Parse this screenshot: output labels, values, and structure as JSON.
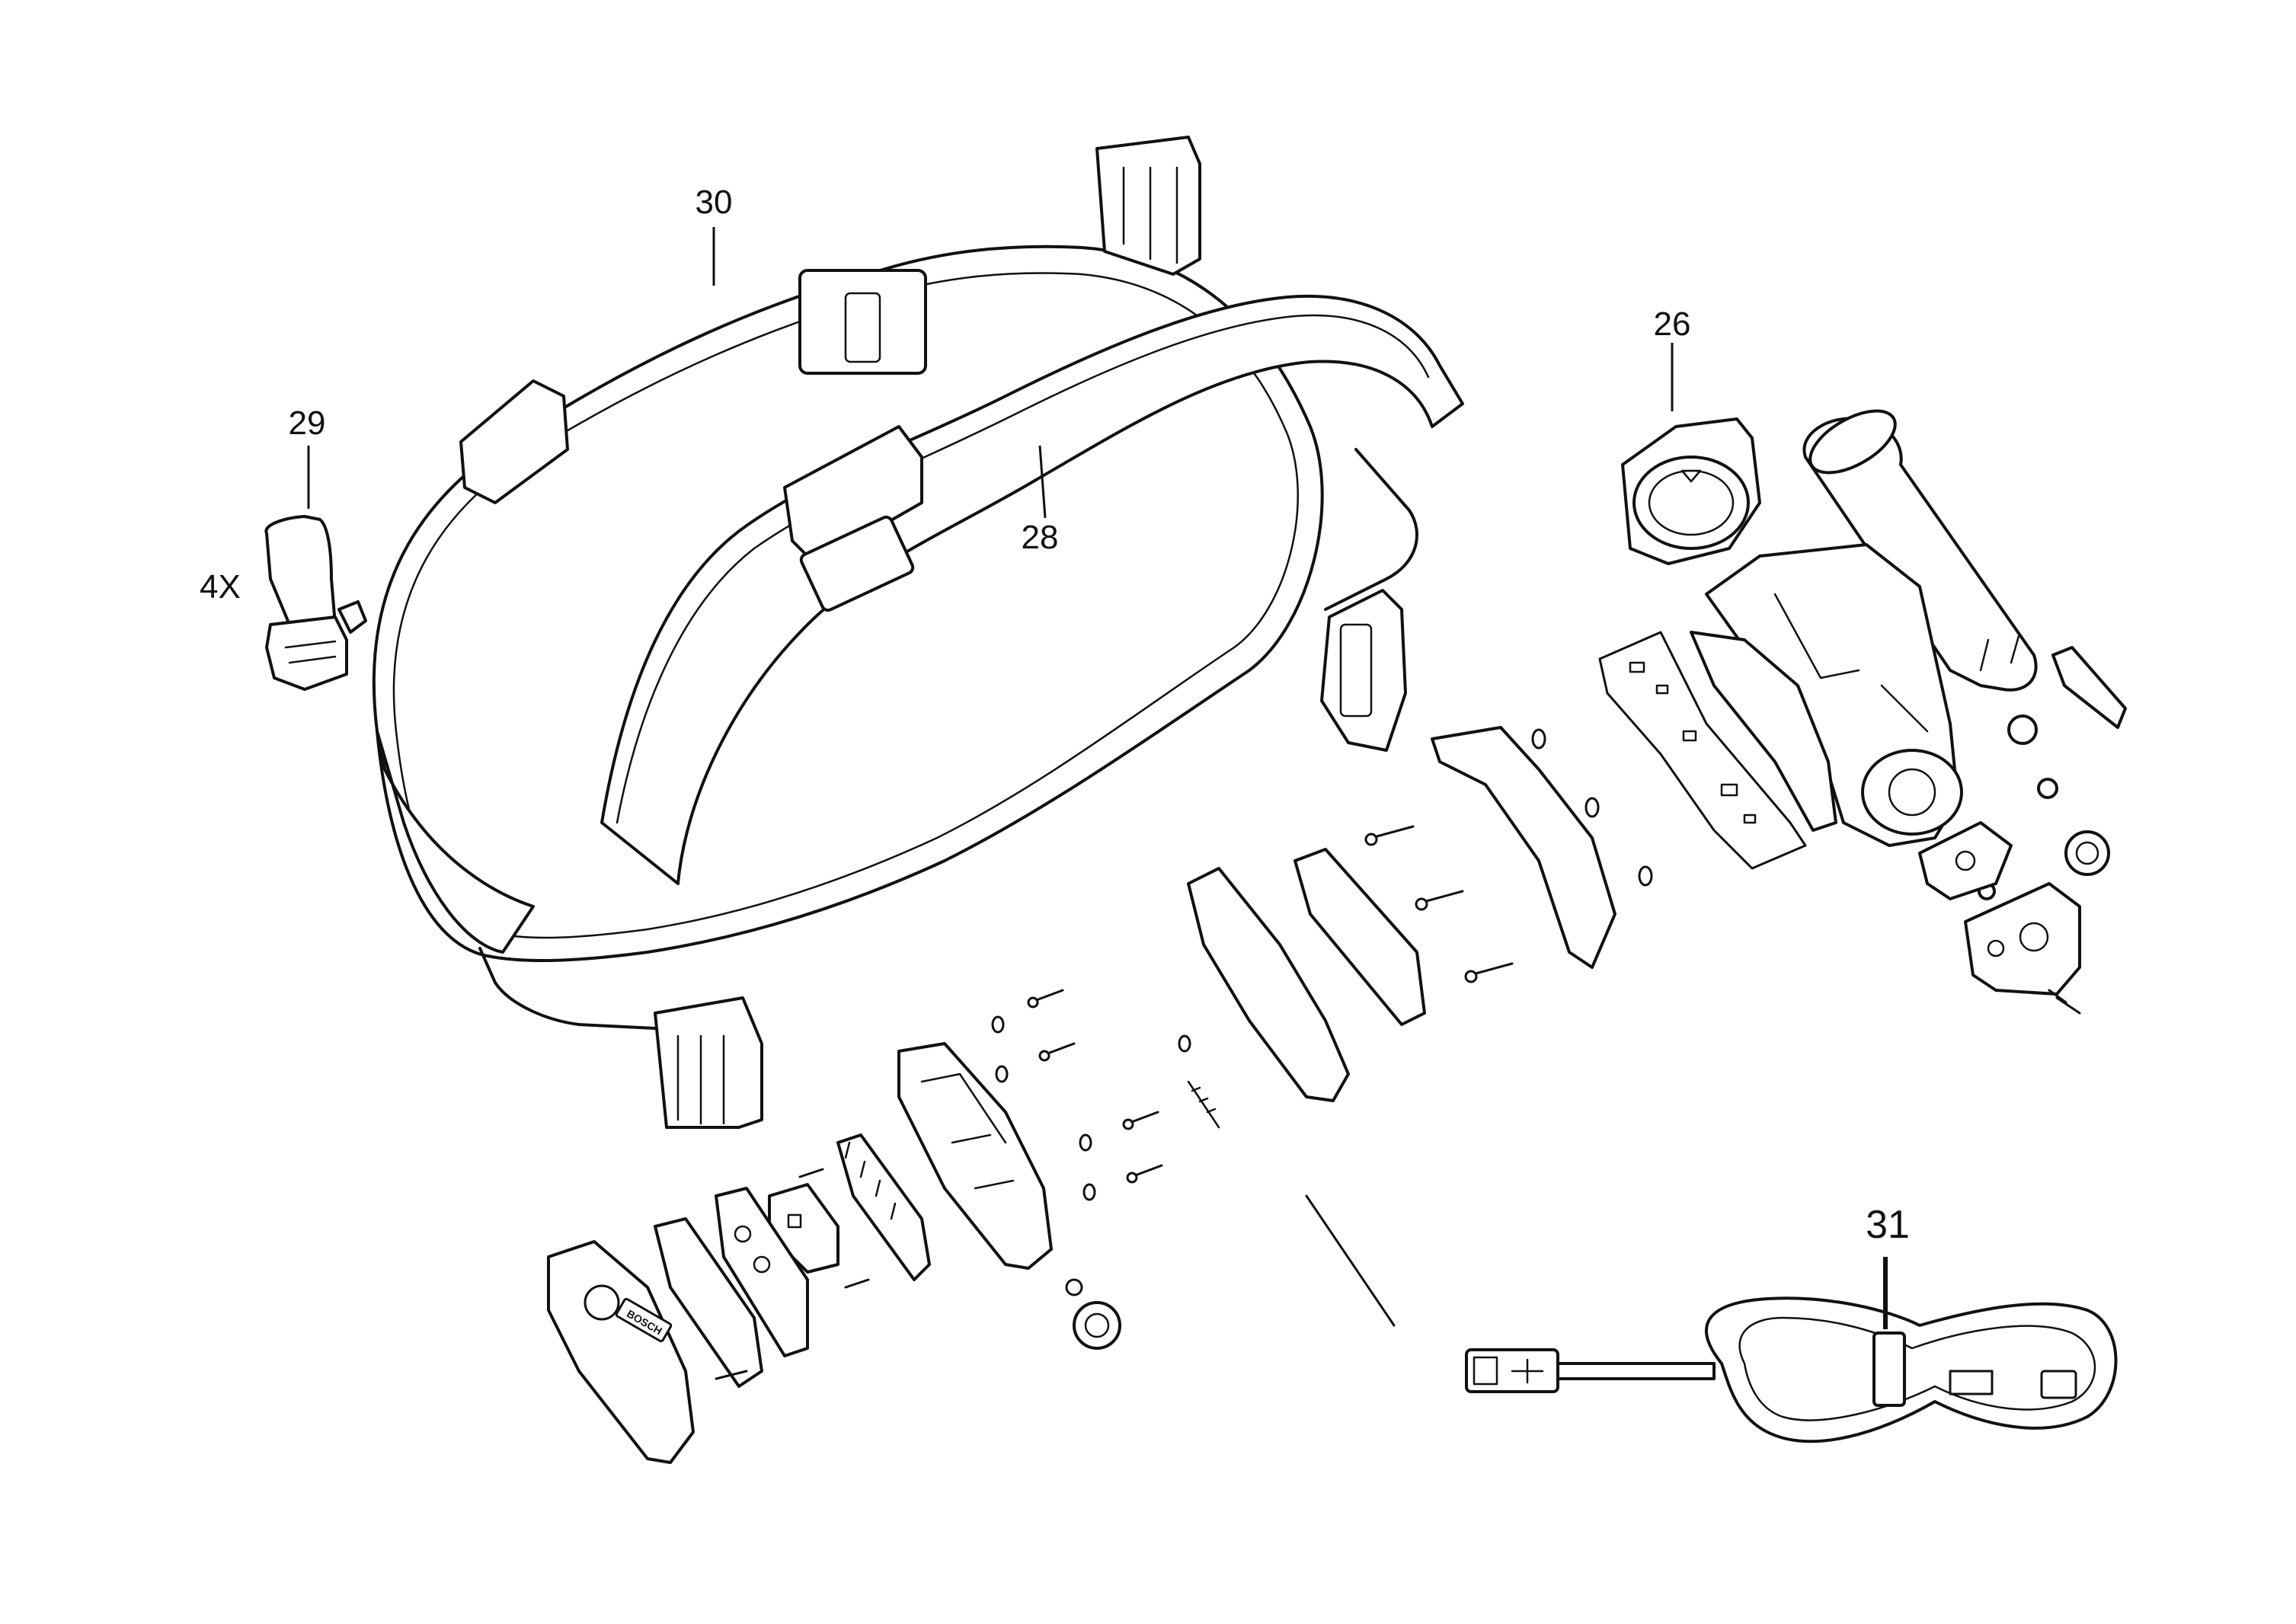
{
  "callouts": {
    "c30": "30",
    "c26": "26",
    "c29": "29",
    "c29_qty": "4X",
    "c28": "28",
    "c31": "31"
  },
  "logo_text": "BOSCH"
}
